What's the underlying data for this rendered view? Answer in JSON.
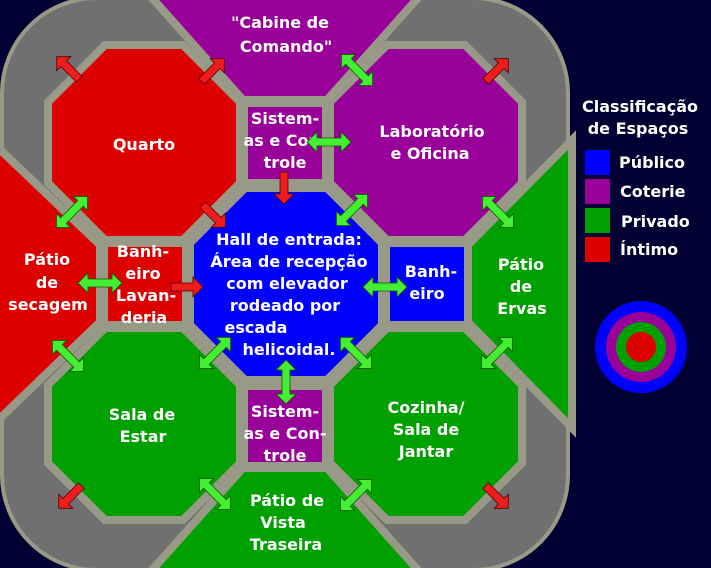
{
  "colors": {
    "publico": "#0000ff",
    "coterie": "#990099",
    "privado": "#00a000",
    "intimo": "#dd0000",
    "wall": "#999988",
    "outer": "#707070",
    "background": "#000033"
  },
  "rooms": {
    "cabine": [
      "\"Cabine de",
      "Comando\""
    ],
    "quarto": [
      "Quarto"
    ],
    "sistemas_top": [
      "Sistem-",
      "as e Con-",
      "trole"
    ],
    "laboratorio": [
      "Laboratório",
      "e Oficina"
    ],
    "patio_secagem": [
      "Pátio",
      "de",
      "secagem"
    ],
    "banheiro_lavanderia": [
      "Banh-",
      "eiro",
      "Lavan-",
      "deria"
    ],
    "hall": [
      "Hall de entrada:",
      "Área de recepção",
      "com elevador",
      "rodeado por",
      "escada",
      "helicoidal."
    ],
    "banheiro_right": [
      "Banh-",
      "eiro"
    ],
    "patio_ervas": [
      "Pátio",
      "de",
      "Ervas"
    ],
    "sala_estar": [
      "Sala de",
      "Estar"
    ],
    "sistemas_bottom": [
      "Sistem-",
      "as e Con-",
      "trole"
    ],
    "cozinha": [
      "Cozinha/",
      "Sala de",
      "Jantar"
    ],
    "patio_traseira": [
      "Pátio de",
      "Vista",
      "Traseira"
    ]
  },
  "legend": {
    "title": [
      "Classificação",
      "de Espaços"
    ],
    "items": [
      {
        "label": "Público",
        "color": "#0000ff"
      },
      {
        "label": "Coterie",
        "color": "#990099"
      },
      {
        "label": "Privado",
        "color": "#00a000"
      },
      {
        "label": "Íntimo",
        "color": "#dd0000"
      }
    ]
  }
}
